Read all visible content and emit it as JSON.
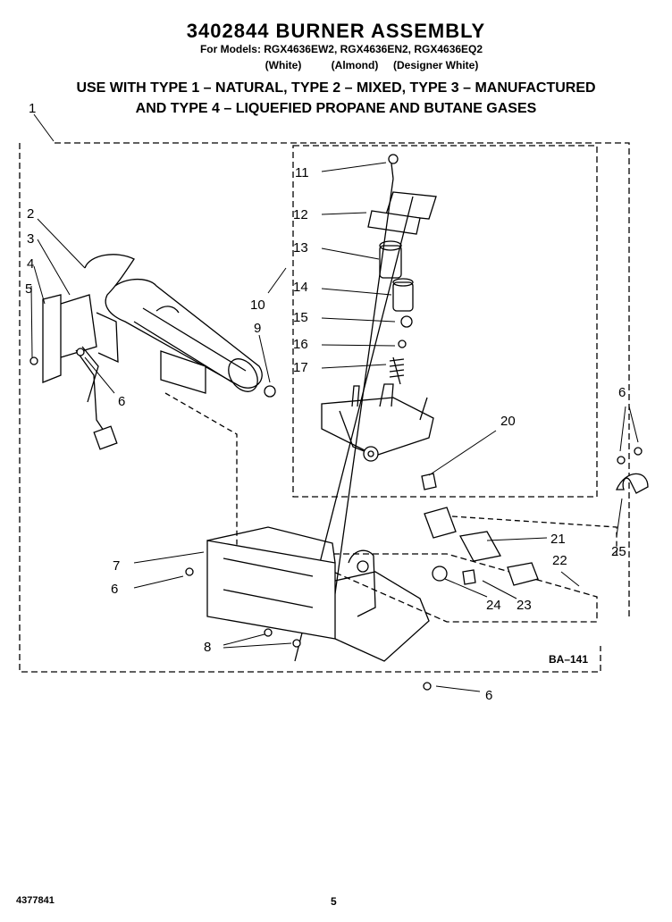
{
  "header": {
    "title": "3402844 BURNER ASSEMBLY",
    "models_line": "For Models: RGX4636EW2, RGX4636EN2, RGX4636EQ2",
    "colors_line": "(White)          (Almond)     (Designer White)",
    "gas_line_1": "USE WITH TYPE 1 – NATURAL, TYPE 2 – MIXED, TYPE 3 – MANUFACTURED",
    "gas_line_2": "AND TYPE 4 – LIQUEFIED PROPANE AND BUTANE GASES"
  },
  "callouts": {
    "c1": "1",
    "c2": "2",
    "c3": "3",
    "c4": "4",
    "c5": "5",
    "c6a": "6",
    "c6b": "6",
    "c6c": "6",
    "c6d": "6",
    "c7": "7",
    "c8": "8",
    "c9": "9",
    "c10": "10",
    "c11": "11",
    "c12": "12",
    "c13": "13",
    "c14": "14",
    "c15": "15",
    "c16": "16",
    "c17": "17",
    "c20": "20",
    "c21": "21",
    "c22": "22",
    "c23": "23",
    "c24": "24",
    "c25": "25"
  },
  "diagram_code": "BA–141",
  "footer": {
    "doc_number": "4377841",
    "page_number": "5"
  }
}
